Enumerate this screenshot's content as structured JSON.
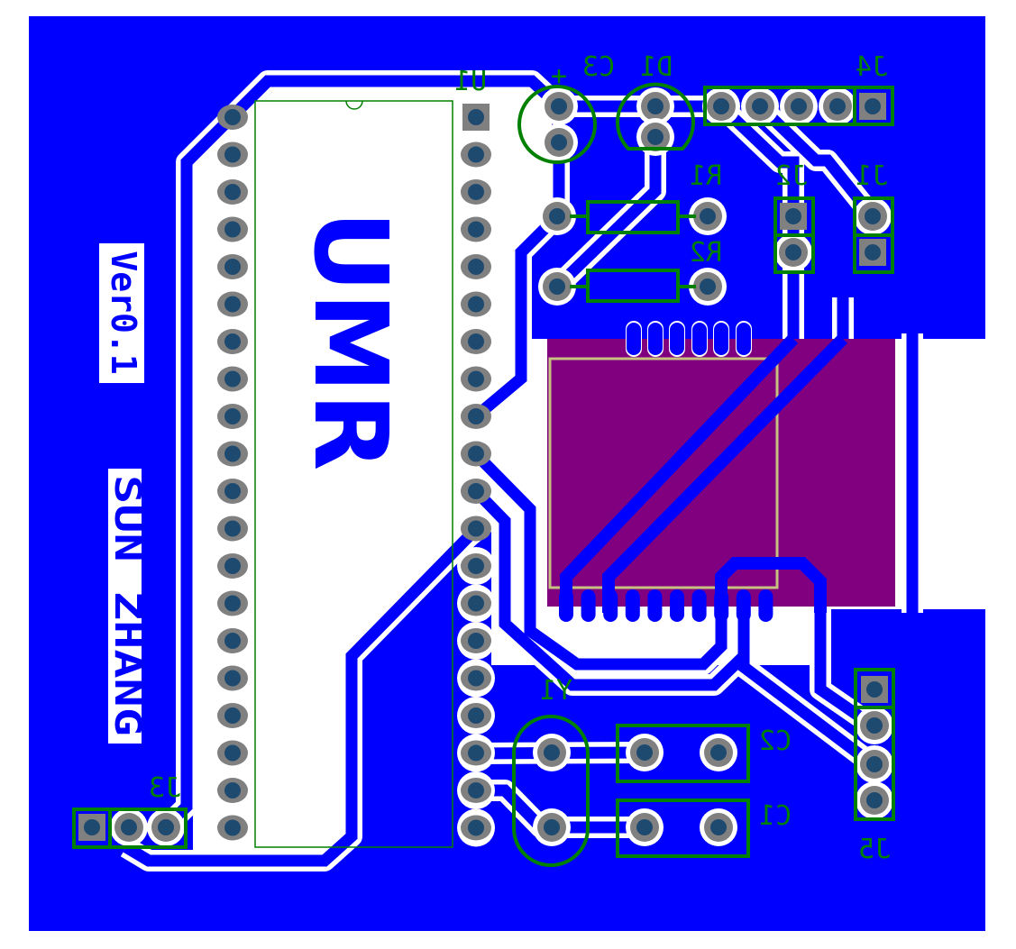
{
  "board": {
    "colors": {
      "copper": "#0000ff",
      "board": "#ffffff",
      "module": "#800080",
      "silk": "#008000",
      "pad": "#808080",
      "hole": "#1f4a70",
      "outline": "#c8c080"
    },
    "title_text": "UMR",
    "version_text": "Ver0.1",
    "author_text": "SUN ZHANG"
  },
  "labels": {
    "u1": "U1",
    "c3": "C3",
    "d1": "D1",
    "j4": "J4",
    "r1": "R1",
    "j2": "J2",
    "j1": "J1",
    "r2": "R2",
    "y1": "Y1",
    "c2": "C2",
    "c1": "C1",
    "j3": "J3",
    "j5": "J5",
    "plus": "+"
  }
}
